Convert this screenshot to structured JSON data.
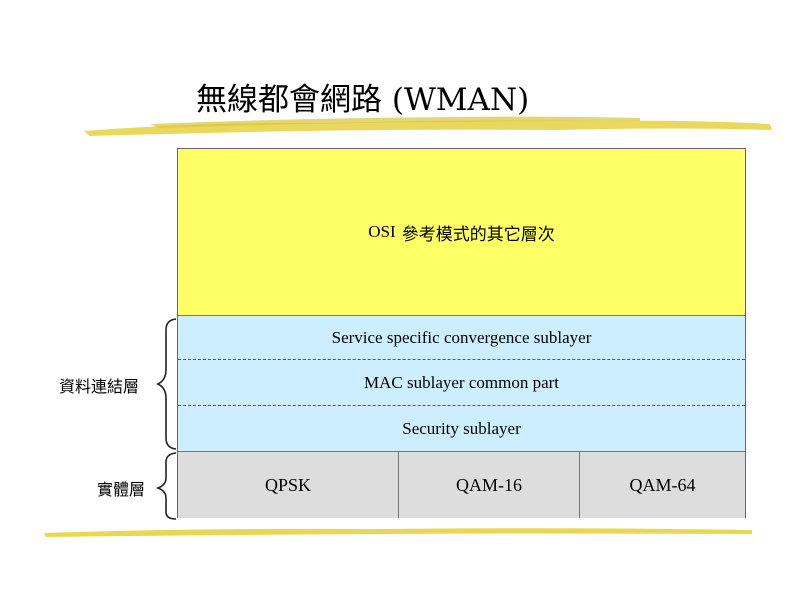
{
  "slide": {
    "title": "無線都會網路 (WMAN)"
  },
  "diagram": {
    "upper_layers_osi": "OSI",
    "upper_layers_rest": "參考模式的其它層次",
    "mac_rows": [
      "Service specific convergence sublayer",
      "MAC sublayer common part",
      "Security sublayer"
    ],
    "phy_cells": [
      "QPSK",
      "QAM-16",
      "QAM-64"
    ],
    "data_link_label": "資料連結層",
    "physical_label": "實體層"
  },
  "colors": {
    "upper": "#ffff66",
    "mac": "#cceeff",
    "phy": "#dddddd",
    "brush": "#e8d44a"
  }
}
